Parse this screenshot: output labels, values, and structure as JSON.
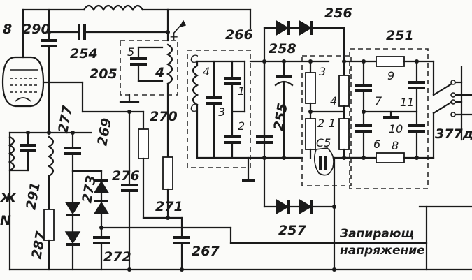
{
  "component_labels": {
    "c290": "290",
    "c254": "254",
    "t205": "205",
    "c266": "266",
    "d256": "256",
    "d258": "258",
    "f251": "251",
    "c277": "277",
    "c269": "269",
    "r270": "270",
    "r276": "276",
    "d273": "273",
    "r271": "271",
    "c272": "272",
    "c267": "267",
    "c291": "291",
    "r287": "287",
    "d257": "257",
    "c255": "255",
    "s377": "377д",
    "tube_pin": "8"
  },
  "pin_numbers": {
    "t205_5": "5",
    "t205_4": "4",
    "c266_4": "4",
    "c266_1": "1",
    "c266_3": "3",
    "c266_2": "2",
    "c266_cA": "C",
    "c266_cB": "C",
    "f251_9": "9",
    "f251_7": "7",
    "f251_11": "11",
    "f251_10": "10",
    "f251_6": "6",
    "f251_8": "8",
    "m3": "3",
    "m4": "4",
    "m2": "2",
    "m1": "1",
    "c5": "C5"
  },
  "annotations": {
    "line1": "Запирающ",
    "line2": "напряжение"
  },
  "icons": [
    "vacuum-tube-icon",
    "inductor-icon",
    "capacitor-icon",
    "diode-icon",
    "resistor-icon",
    "switch-icon",
    "ground-icon"
  ]
}
